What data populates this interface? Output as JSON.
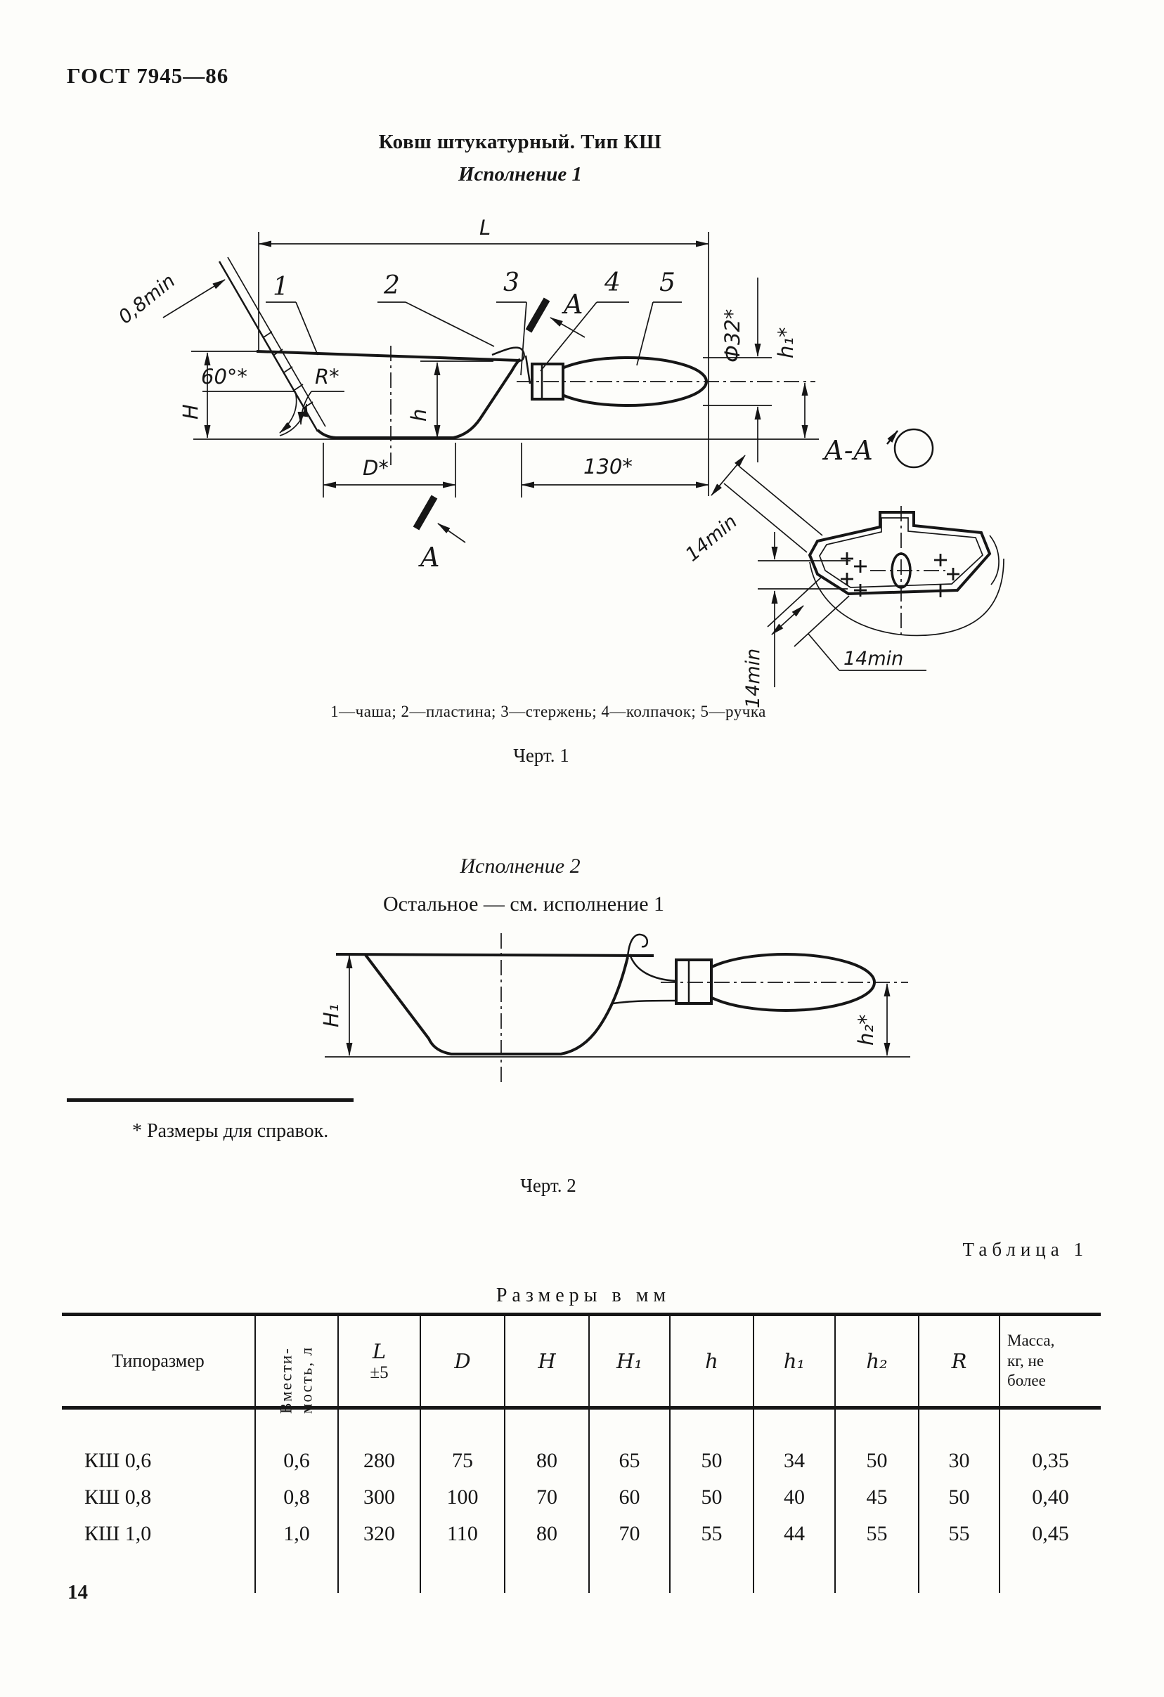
{
  "doc": {
    "standard": "ГОСТ 7945—86",
    "page": "14"
  },
  "fig1": {
    "title": "Ковш штукатурный. Тип КШ",
    "execution": "Исполнение 1",
    "legend": "1—чаша; 2—пластина; 3—стержень; 4—колпачок; 5—ручка",
    "caption": "Черт. 1",
    "dims": {
      "L": "L",
      "t": "0,8min",
      "angle": "60°*",
      "H": "H",
      "R": "R*",
      "h": "h",
      "D": "D*",
      "l130": "130*",
      "dia": "Ф32*",
      "h1": "h₁*"
    },
    "callouts": {
      "c1": "1",
      "c2": "2",
      "c3": "3",
      "c4": "4",
      "c5": "5"
    },
    "section": {
      "arrow": "A",
      "title": "А-А",
      "m14": "14min"
    }
  },
  "fig2": {
    "execution": "Исполнение 2",
    "note": "Остальное — см. исполнение 1",
    "caption": "Черт. 2",
    "dims": {
      "H1": "H₁",
      "h2": "h₂*"
    }
  },
  "footnote": "* Размеры для справок.",
  "table": {
    "label": "Таблица 1",
    "units": "Размеры в мм",
    "col_type": "Типоразмер",
    "col_capacity": "Вмести-\nмость, л",
    "col_L": "L",
    "col_L_tol": "±5",
    "col_D": "D",
    "col_H": "H",
    "col_H1": "H₁",
    "col_h": "h",
    "col_h1": "h₁",
    "col_h2": "h₂",
    "col_R": "R",
    "col_mass": "Масса,\nкг, не\nболее",
    "rows": [
      [
        "КШ 0,6",
        "0,6",
        "280",
        "75",
        "80",
        "65",
        "50",
        "34",
        "50",
        "30",
        "0,35"
      ],
      [
        "КШ 0,8",
        "0,8",
        "300",
        "100",
        "70",
        "60",
        "50",
        "40",
        "45",
        "50",
        "0,40"
      ],
      [
        "КШ 1,0",
        "1,0",
        "320",
        "110",
        "80",
        "70",
        "55",
        "44",
        "55",
        "55",
        "0,45"
      ]
    ]
  }
}
